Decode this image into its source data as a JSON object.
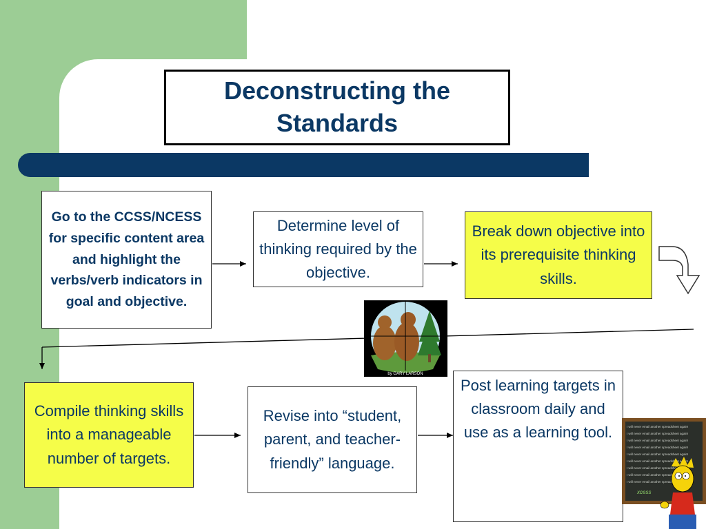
{
  "title": "Deconstructing the Standards",
  "steps": [
    {
      "text": "Go to the CCSS/NCESS for specific content area and highlight the verbs/verb indicators in goal and objective."
    },
    {
      "text": "Determine level of thinking required by the objective."
    },
    {
      "text": "Break down objective into its prerequisite thinking skills."
    },
    {
      "text": "Compile thinking skills into a manageable number of targets."
    },
    {
      "text": "Revise into “student, parent, and teacher-friendly” language."
    },
    {
      "text": "Post learning targets in classroom daily and use as a learning tool."
    }
  ],
  "cartoon_credit": "by GARY LARSON",
  "chalkboard_line": "I will never email another spreadsheet again!",
  "chalkboard_logo": "xcess",
  "colors": {
    "green": "#9ccd95",
    "navy": "#0b3864",
    "yellow": "#f5fd49"
  }
}
